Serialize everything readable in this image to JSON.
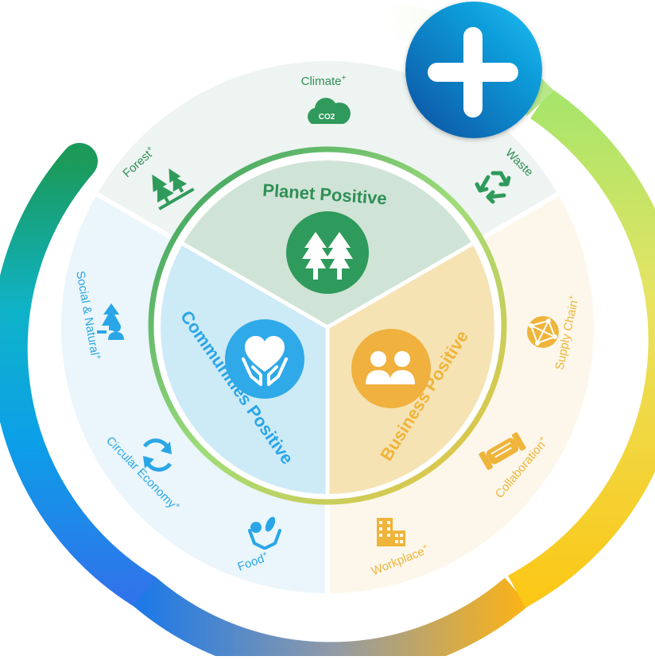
{
  "segments": {
    "planet": {
      "title": "Planet Positive",
      "icon": "trees-icon"
    },
    "communities": {
      "title": "Communities Positive",
      "icon": "hands-heart-icon"
    },
    "business": {
      "title": "Business Positive",
      "icon": "people-icon"
    }
  },
  "items": {
    "climate": {
      "label": "Climate",
      "mark": "+",
      "icon": "co2-cloud-icon",
      "icon_text": "CO2"
    },
    "forest": {
      "label": "Forest",
      "mark": "+",
      "icon": "forest-icon"
    },
    "waste": {
      "label": "Waste",
      "icon": "recycle-icon"
    },
    "social_natural": {
      "label": "Social & Natural",
      "mark": "+",
      "icon": "person-tree-icon"
    },
    "circular_economy": {
      "label": "Circular Economy",
      "mark": "+",
      "icon": "cycle-arrows-icon"
    },
    "food": {
      "label": "Food",
      "mark": "+",
      "icon": "food-hands-icon"
    },
    "supply_chain": {
      "label": "Supply Chain",
      "mark": "+",
      "icon": "globe-network-icon"
    },
    "collaboration": {
      "label": "Collaboration",
      "mark": "+",
      "icon": "handshake-icon"
    },
    "workplace": {
      "label": "Workplace",
      "mark": "+",
      "icon": "building-icon"
    }
  },
  "badge": {
    "icon": "plus-icon"
  },
  "colors": {
    "planet": "#2f9a5b",
    "planet_fill": "#cfe4d6",
    "communities": "#2aa6e6",
    "communities_fill": "#cdeaf7",
    "business": "#f0b43c",
    "business_fill": "#f6e3b4",
    "outer_planet": "#eef4f1",
    "outer_communities": "#eaf6fb",
    "outer_business": "#fcf7ea",
    "badge_dark": "#0757a7",
    "badge_light": "#11b5f0"
  }
}
